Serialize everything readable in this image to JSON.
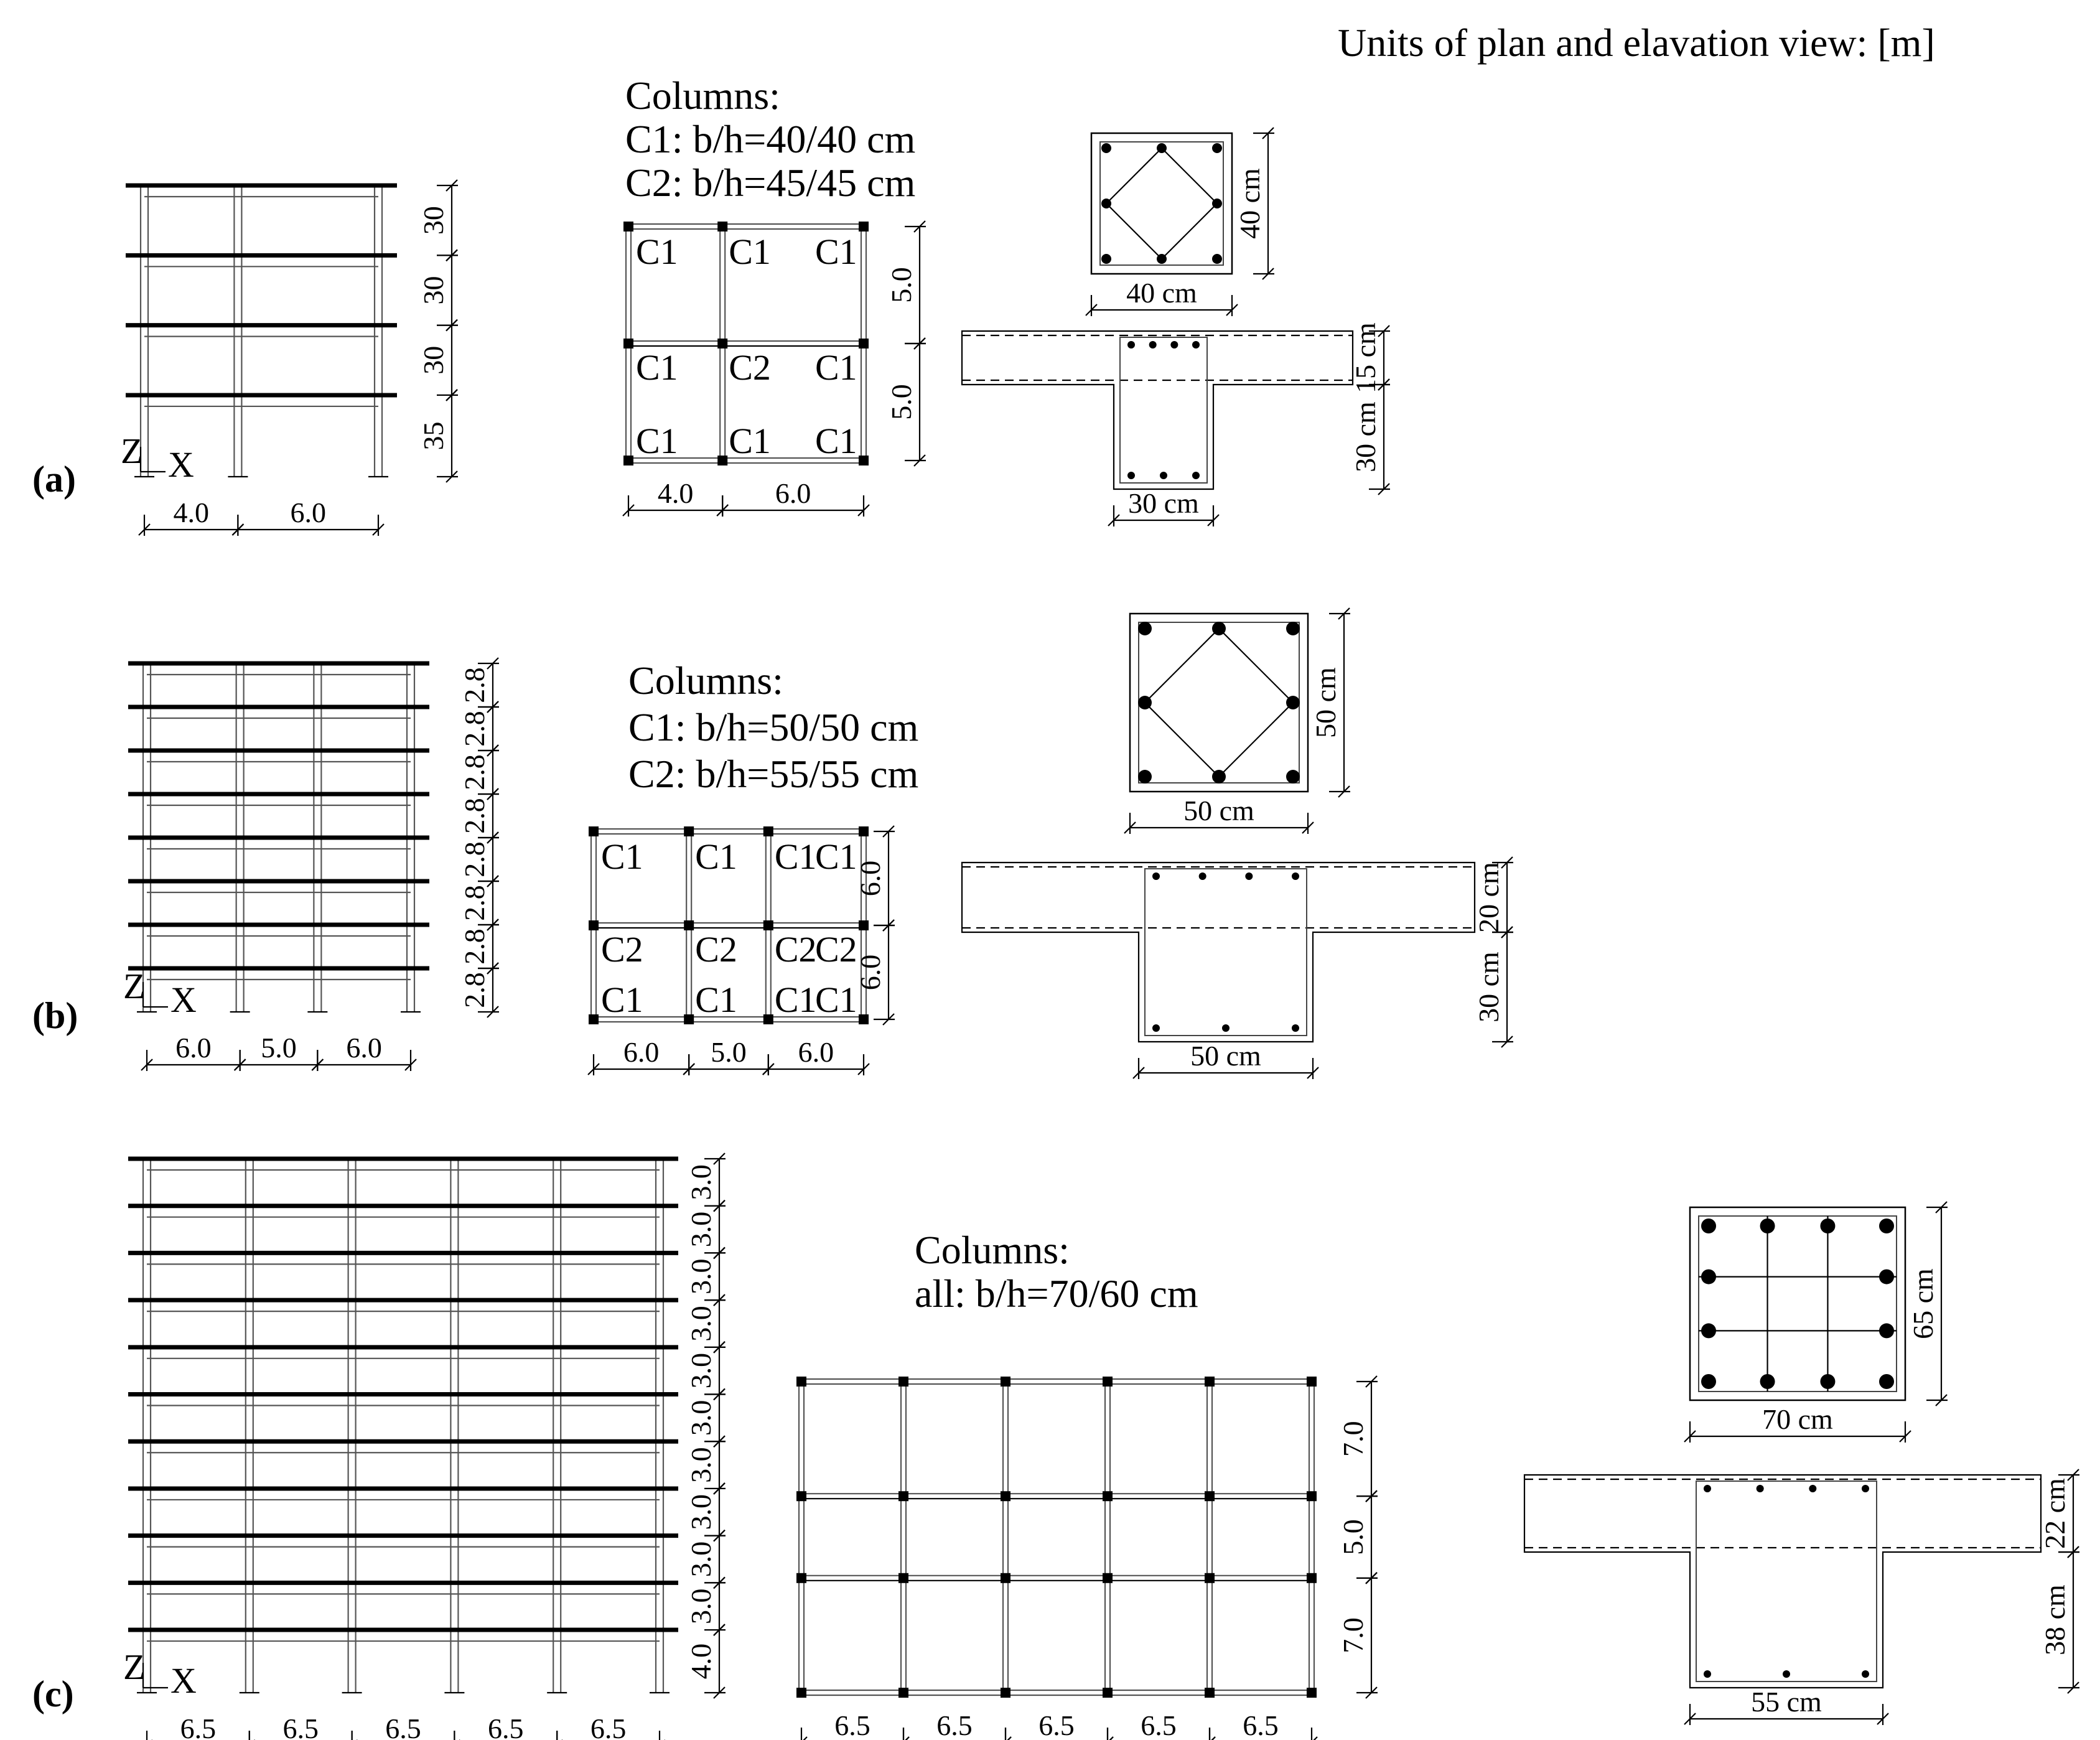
{
  "units_note": "Units of plan and elavation view: [m]",
  "panels": [
    {
      "tag": "(a)",
      "axes": {
        "z": "Z",
        "x": "X"
      },
      "columns_title": "Columns:",
      "columns": [
        "C1: b/h=40/40 cm",
        "C2: b/h=45/45 cm"
      ],
      "elevation": {
        "bays": [
          "4.0",
          "6.0"
        ],
        "stories": [
          "35",
          "30",
          "30",
          "30"
        ]
      },
      "plan": {
        "bays_x": [
          "4.0",
          "6.0"
        ],
        "bays_y": [
          "5.0",
          "5.0"
        ],
        "column_labels": [
          [
            "C1",
            "C1",
            "C1"
          ],
          [
            "C1",
            "C2",
            "C1"
          ],
          [
            "C1",
            "C1",
            "C1"
          ]
        ]
      },
      "column_section": {
        "width": "40 cm",
        "height": "40 cm"
      },
      "beam_section": {
        "width": "30 cm",
        "slab": "15 cm",
        "web": "30 cm"
      }
    },
    {
      "tag": "(b)",
      "axes": {
        "z": "Z",
        "x": "X"
      },
      "columns_title": "Columns:",
      "columns": [
        "C1: b/h=50/50 cm",
        "C2: b/h=55/55 cm"
      ],
      "elevation": {
        "bays": [
          "6.0",
          "5.0",
          "6.0"
        ],
        "stories": [
          "2.8",
          "2.8",
          "2.8",
          "2.8",
          "2.8",
          "2.8",
          "2.8",
          "2.8"
        ]
      },
      "plan": {
        "bays_x": [
          "6.0",
          "5.0",
          "6.0"
        ],
        "bays_y": [
          "6.0",
          "6.0"
        ],
        "column_labels": [
          [
            "C1",
            "C1",
            "C1",
            "C1"
          ],
          [
            "C2",
            "C2",
            "C2",
            "C2"
          ],
          [
            "C1",
            "C1",
            "C1",
            "C1"
          ]
        ]
      },
      "column_section": {
        "width": "50 cm",
        "height": "50 cm"
      },
      "beam_section": {
        "width": "50 cm",
        "slab": "20 cm",
        "web": "30 cm"
      }
    },
    {
      "tag": "(c)",
      "axes": {
        "z": "Z",
        "x": "X"
      },
      "columns_title": "Columns:",
      "columns": [
        "all: b/h=70/60 cm"
      ],
      "elevation": {
        "bays": [
          "6.5",
          "6.5",
          "6.5",
          "6.5",
          "6.5"
        ],
        "stories": [
          "4.0",
          "3.0",
          "3.0",
          "3.0",
          "3.0",
          "3.0",
          "3.0",
          "3.0",
          "3.0",
          "3.0",
          "3.0"
        ]
      },
      "plan": {
        "bays_x": [
          "6.5",
          "6.5",
          "6.5",
          "6.5",
          "6.5"
        ],
        "bays_y": [
          "7.0",
          "5.0",
          "7.0"
        ]
      },
      "column_section": {
        "width": "70 cm",
        "height": "65 cm"
      },
      "beam_section": {
        "width": "55 cm",
        "slab": "22 cm",
        "web": "38 cm"
      }
    }
  ]
}
